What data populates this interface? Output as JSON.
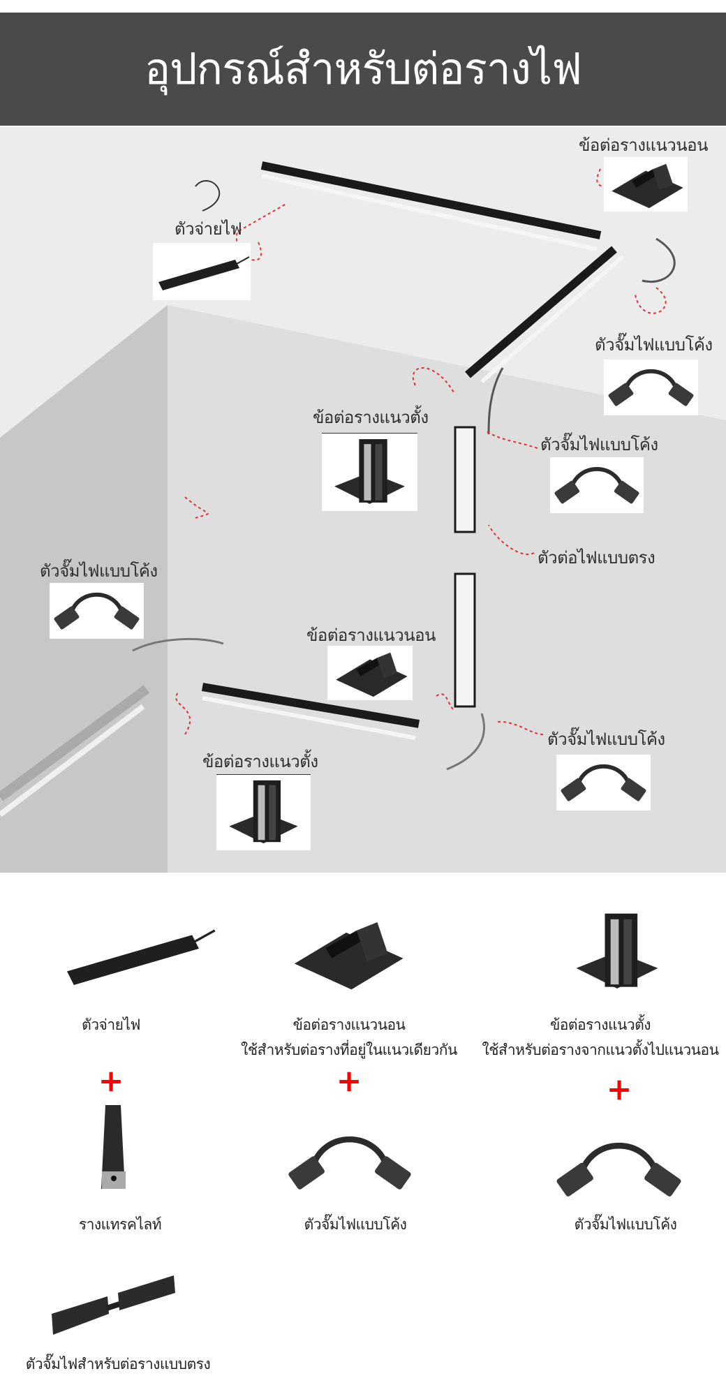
{
  "header": {
    "title": "อุปกรณ์สำหรับต่อรางไฟ",
    "background": "#4a4a4a"
  },
  "diagram": {
    "labels": {
      "horizontal_top": "ข้อต่อรางแนวนอน",
      "power_supply": "ตัวจ่ายไฟ",
      "curve_top_right": "ตัวจั๊มไฟแบบโค้ง",
      "vertical_mid": "ข้อต่อรางแนวตั้ง",
      "curve_mid": "ตัวจั๊มไฟแบบโค้ง",
      "straight_mid": "ตัวต่อไฟแบบตรง",
      "curve_left": "ตัวจั๊มไฟแบบโค้ง",
      "horizontal_bottom": "ข้อต่อรางแนวนอน",
      "curve_bottom_right": "ตัวจั๊มไฟแบบโค้ง",
      "vertical_bottom": "ข้อต่อรางแนวตั้ง"
    },
    "arrow_color": "#e0303a"
  },
  "products": {
    "col1": {
      "label": "ตัวจ่ายไฟ",
      "plus": "+",
      "second": "รางแทรคไลท์",
      "third": "ตัวจั๊มไฟสำหรับต่อรางแบบตรง"
    },
    "col2": {
      "label": "ข้อต่อรางแนวนอน",
      "desc": "ใช้สำหรับต่อรางที่อยู่ในแนวเดียวกัน",
      "plus": "+",
      "second": "ตัวจั๊มไฟแบบโค้ง"
    },
    "col3": {
      "label": "ข้อต่อรางแนวตั้ง",
      "desc": "ใช้สำหรับต่อรางจากแนวตั้งไปแนวนอน",
      "plus": "+",
      "second": "ตัวจั๊มไฟแบบโค้ง"
    },
    "plus_color": "#ff0000"
  }
}
